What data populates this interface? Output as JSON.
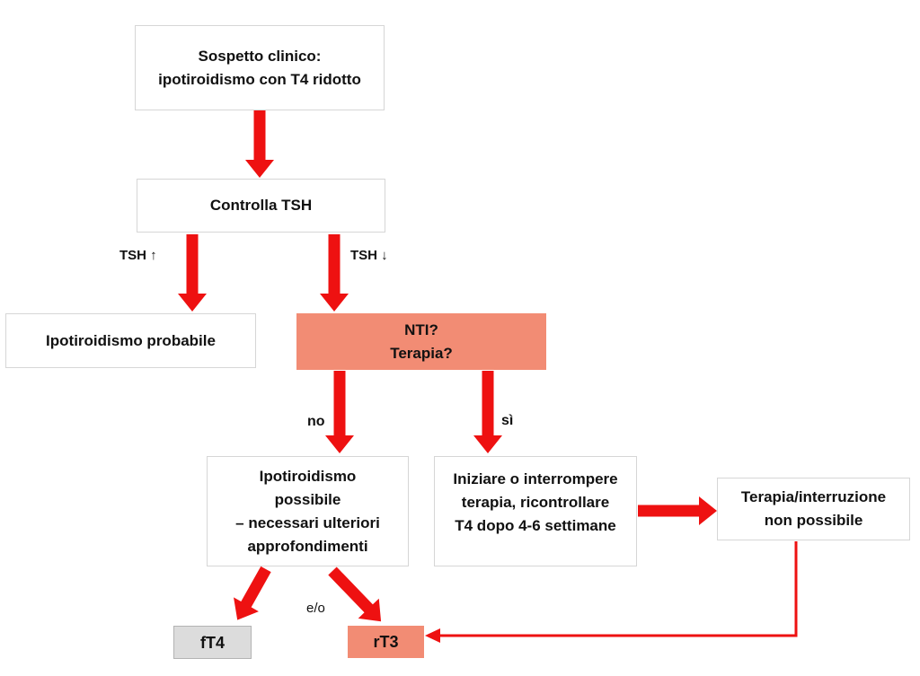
{
  "colors": {
    "arrow_red": "#ee1111",
    "salmon": "#f28c74",
    "gray_box": "#dcdcdc",
    "box_border": "#d6d6d6"
  },
  "nodes": {
    "sospetto": {
      "lines": [
        "Sospetto clinico:",
        "ipotiroidismo con T4 ridotto"
      ]
    },
    "controlla": {
      "label": "Controlla TSH"
    },
    "probabile": {
      "label": "Ipotiroidismo probabile"
    },
    "nti": {
      "lines": [
        "NTI?",
        "Terapia?"
      ]
    },
    "possibile": {
      "lines": [
        "Ipotiroidismo",
        "possibile",
        "– necessari ulteriori",
        "approfondimenti"
      ]
    },
    "iniziare": {
      "lines": [
        "Iniziare o interrompere",
        "terapia, ricontrollare",
        "T4 dopo 4-6 settimane"
      ]
    },
    "terapia_interruzione": {
      "lines": [
        "Terapia/interruzione",
        "non possibile"
      ]
    },
    "ft4": {
      "label": "fT4"
    },
    "rt3": {
      "label": "rT3"
    }
  },
  "edge_labels": {
    "tsh_up": "TSH ↑",
    "tsh_down": "TSH ↓",
    "no": "no",
    "si": "sì",
    "eo": "e/o"
  }
}
